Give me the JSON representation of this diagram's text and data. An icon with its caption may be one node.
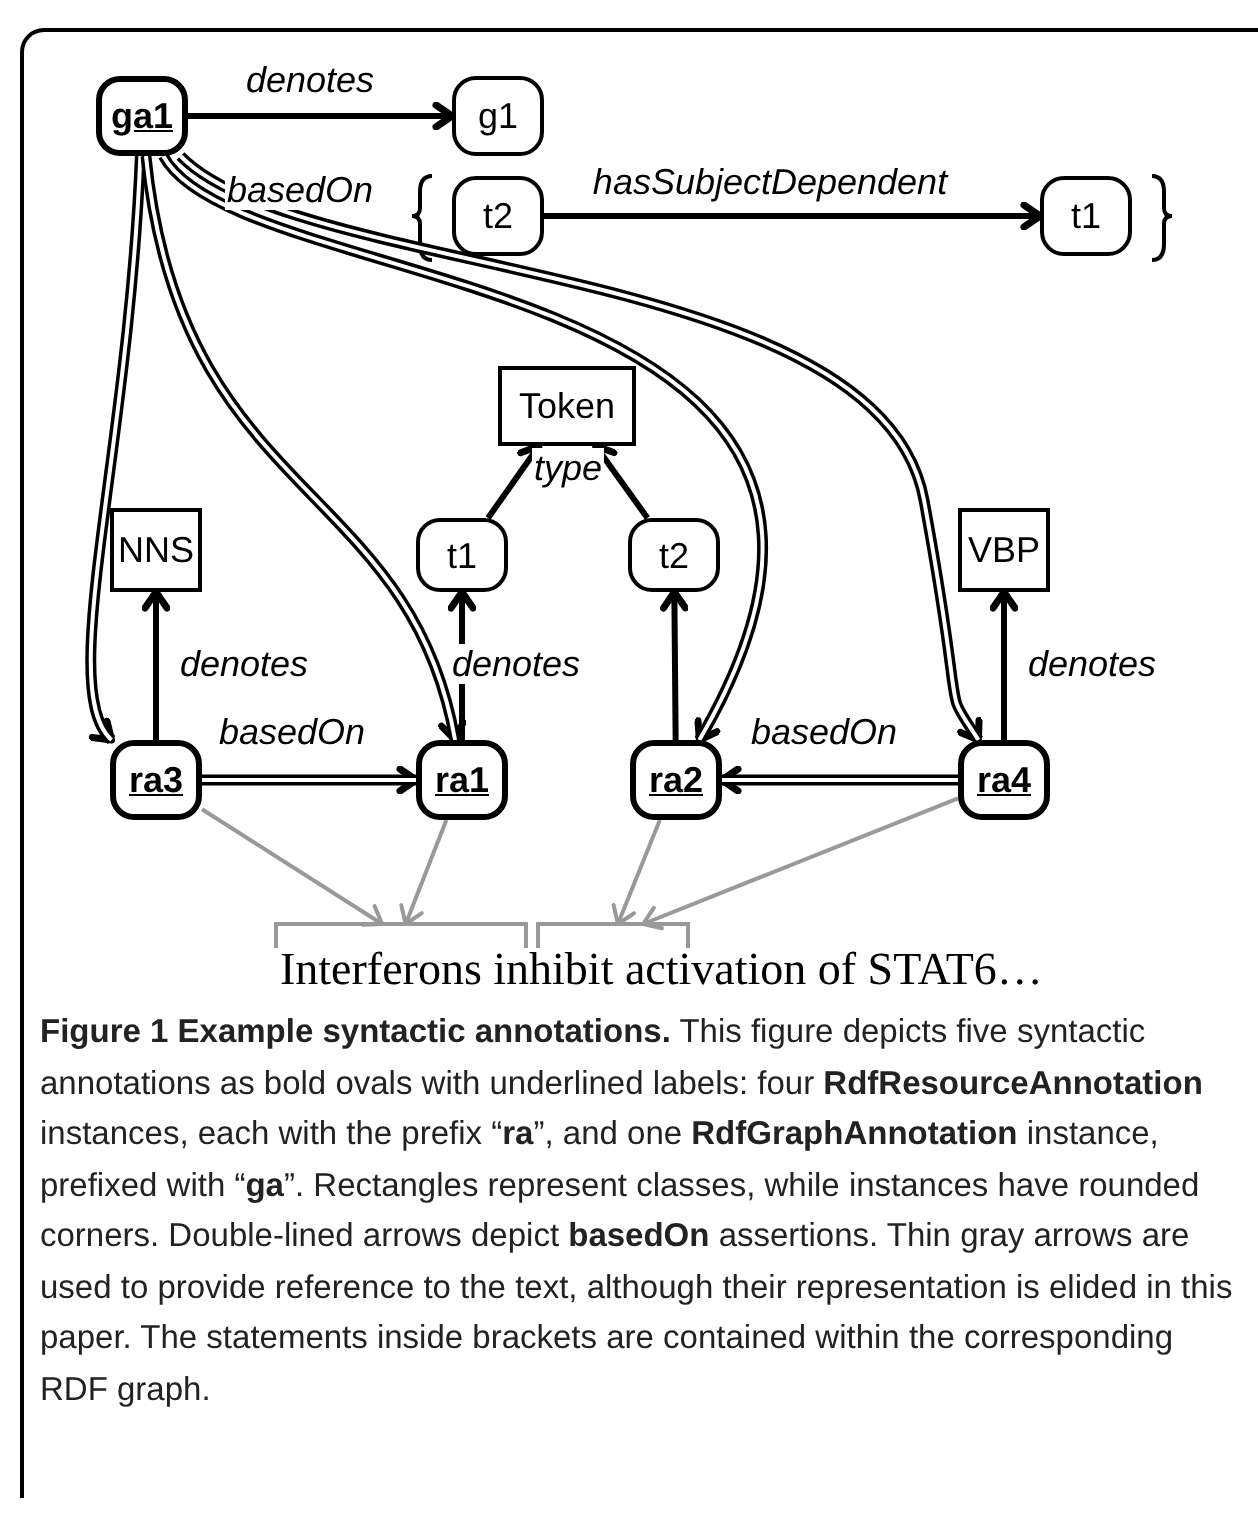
{
  "diagram": {
    "nodes": [
      {
        "text": [
          "ga1"
        ]
      },
      {
        "text": [
          "g1"
        ]
      },
      {
        "text": [
          "t2"
        ]
      },
      {
        "text": [
          "t1"
        ]
      },
      {
        "text": [
          "Token"
        ]
      },
      {
        "text": [
          "NNS"
        ]
      },
      {
        "text": [
          "t1"
        ]
      },
      {
        "text": [
          "t2"
        ]
      },
      {
        "text": [
          "VBP"
        ]
      },
      {
        "text": [
          "ra3"
        ]
      },
      {
        "text": [
          "ra1"
        ]
      },
      {
        "text": [
          "ra2"
        ]
      },
      {
        "text": [
          "ra4"
        ]
      },
      {
        "text": [],
        "shape": "bracket"
      },
      {
        "text": [],
        "shape": "bracket"
      }
    ],
    "edges": [
      {
        "from": 0,
        "to": 1,
        "arrow": "to",
        "label": "denotes"
      },
      {
        "from": 2,
        "to": 3,
        "arrow": "to",
        "label": "hasSubjectDependent"
      },
      {
        "from": 6,
        "to": 4,
        "arrow": "to",
        "label": "type"
      },
      {
        "from": 7,
        "to": 4,
        "arrow": "to"
      },
      {
        "from": 9,
        "to": 5,
        "arrow": "to",
        "label": "denotes"
      },
      {
        "from": 10,
        "to": 6,
        "arrow": "to",
        "label": "denotes"
      },
      {
        "from": 11,
        "to": 7,
        "arrow": "to"
      },
      {
        "from": 12,
        "to": 8,
        "arrow": "to",
        "label": "denotes"
      },
      {
        "from": 0,
        "to": 9,
        "arrow": "to",
        "style": "thick"
      },
      {
        "from": 0,
        "to": 10,
        "arrow": "to",
        "style": "thick"
      },
      {
        "from": 0,
        "to": 11,
        "arrow": "to",
        "label": "basedOn",
        "style": "thick"
      },
      {
        "from": 0,
        "to": 12,
        "arrow": "to",
        "style": "thick"
      },
      {
        "from": 9,
        "to": 10,
        "arrow": "to",
        "label": "basedOn",
        "style": "thick"
      },
      {
        "from": 12,
        "to": 11,
        "arrow": "to",
        "label": "basedOn",
        "style": "thick"
      },
      {
        "from": 9,
        "to": 13,
        "arrow": "to",
        "color": "#999999"
      },
      {
        "from": 10,
        "to": 13,
        "arrow": "to",
        "color": "#999999"
      },
      {
        "from": 11,
        "to": 14,
        "arrow": "to",
        "color": "#999999"
      },
      {
        "from": 12,
        "to": 14,
        "arrow": "to",
        "color": "#999999"
      }
    ],
    "labels": [
      "Interferons inhibit activation of STAT6…"
    ],
    "caption": "**Figure 1 Example syntactic annotations.** This figure depicts five syntactic annotations as bold ovals with underlined labels: four **RdfResourceAnnotation** instances, each with the prefix “**ra**”, and one **RdfGraphAnnotation** instance, prefixed with “**ga**”. Rectangles represent classes, while instances have rounded corners. Double-lined arrows depict **basedOn** assertions. Thin gray arrows are used to provide reference to the text, although their representation is elided in this paper. The statements inside brackets are contained within the corresponding RDF graph."
  }
}
